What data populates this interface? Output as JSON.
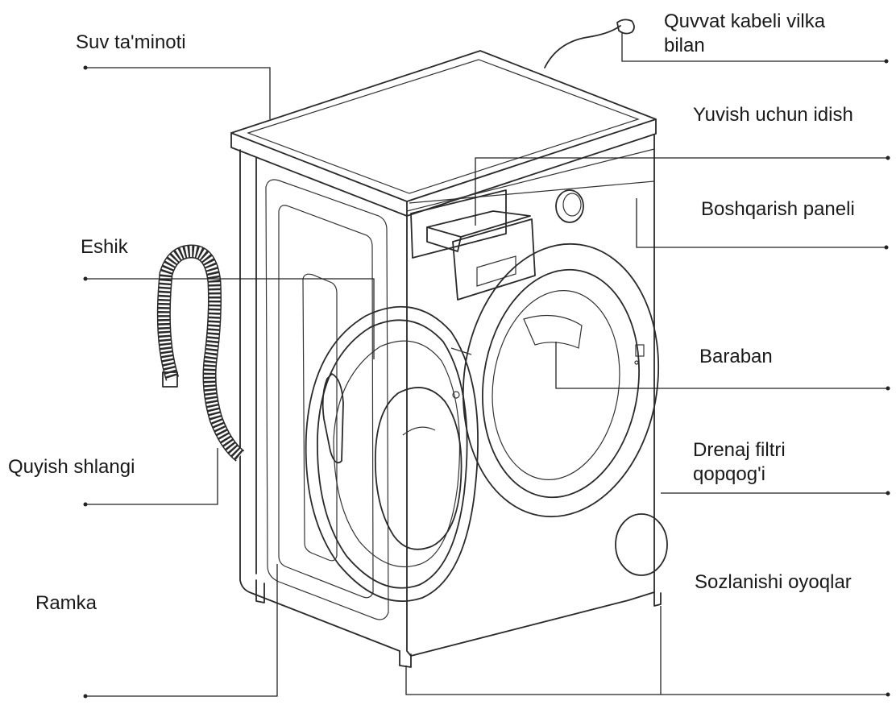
{
  "figure": {
    "image": "front-load washing machine line drawing with open door",
    "labels": {
      "power_cable_line1": "Quvvat kabeli vilka",
      "power_cable_line2": "bilan",
      "water_supply": "Suv ta'minoti",
      "detergent_drawer": "Yuvish uchun idish",
      "control_panel": "Boshqarish paneli",
      "door": "Eshik",
      "drum": "Baraban",
      "drain_hose": "Quyish shlangi",
      "drain_filter_line1": "Drenaj filtri",
      "drain_filter_line2": "qopqog'i",
      "frame": "Ramka",
      "adjustable_feet": "Sozlanishi oyoqlar"
    }
  }
}
